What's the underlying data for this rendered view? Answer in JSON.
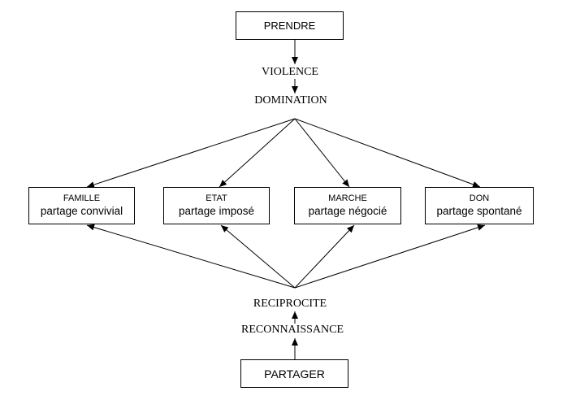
{
  "top": {
    "label": "PRENDRE"
  },
  "labels_top": [
    "VIOLENCE",
    "DOMINATION"
  ],
  "boxes": [
    {
      "category": "FAMILLE",
      "subtitle": "partage convivial"
    },
    {
      "category": "ETAT",
      "subtitle": "partage imposé"
    },
    {
      "category": "MARCHE",
      "subtitle": "partage négocié"
    },
    {
      "category": "DON",
      "subtitle": "partage spontané"
    }
  ],
  "labels_bottom": [
    "RECIPROCITE",
    "RECONNAISSANCE"
  ],
  "bottom": {
    "label": "PARTAGER"
  },
  "colors": {
    "line": "#000000",
    "background": "#ffffff"
  }
}
